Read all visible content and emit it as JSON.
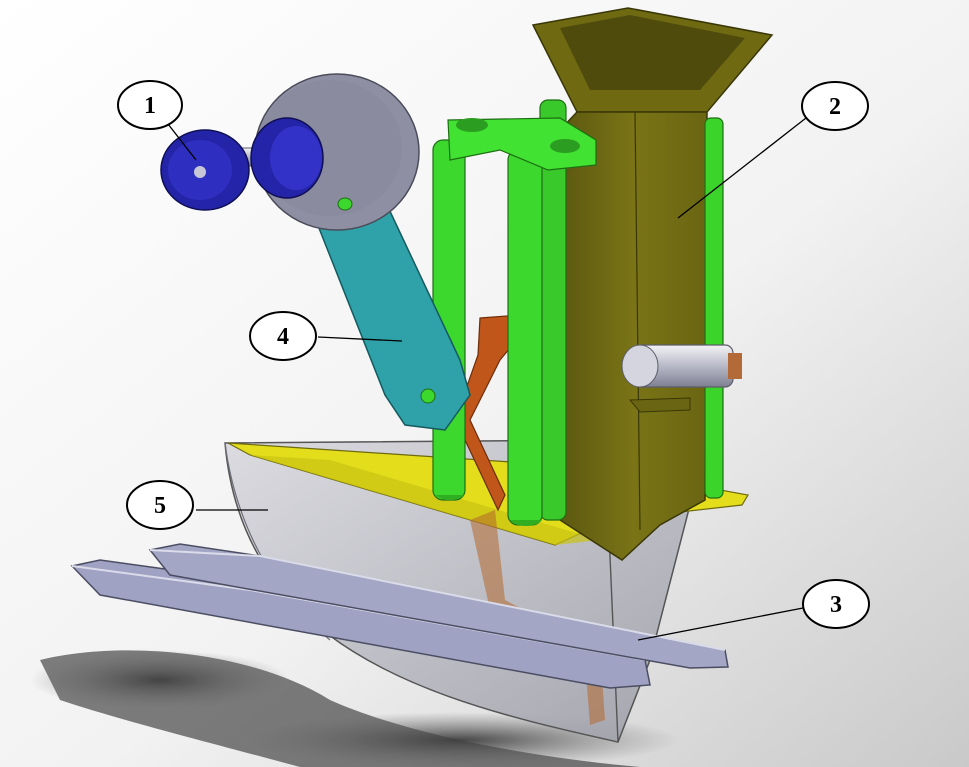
{
  "callouts": [
    {
      "id": "1",
      "label": "1"
    },
    {
      "id": "2",
      "label": "2"
    },
    {
      "id": "3",
      "label": "3"
    },
    {
      "id": "4",
      "label": "4"
    },
    {
      "id": "5",
      "label": "5"
    }
  ],
  "colors": {
    "hopper": "#6f6a12",
    "hopper_light": "#8a8418",
    "frame_green": "#3bd72c",
    "arm_teal": "#2fa1a8",
    "disc_grey": "#8e8fa3",
    "knob_blue": "#2424a8",
    "orange_part": "#c0561a",
    "plate_yellow": "#e6e11e",
    "shell_grey": "#b9bac4",
    "runner_grey": "#9fa2c2",
    "shadow": "#2a2a2a"
  }
}
